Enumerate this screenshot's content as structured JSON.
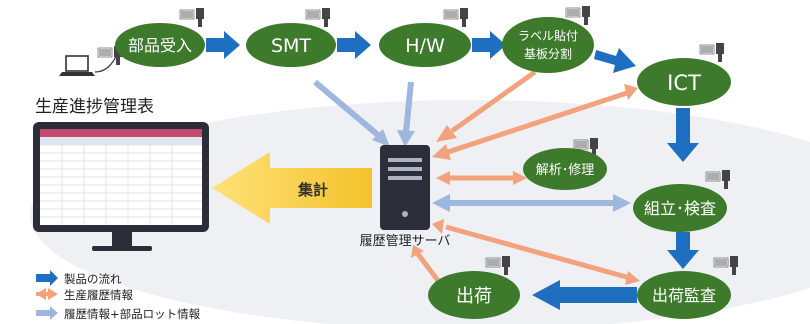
{
  "title": "生産進捗管理表",
  "server_label": "履歴管理サーバ",
  "aggregate_label": "集計",
  "process_nodes": {
    "receiving": "部品受入",
    "smt": "SMT",
    "hw": "H/W",
    "label_line1": "ラベル貼付",
    "label_line2": "基板分割",
    "ict": "ICT",
    "analysis": "解析･修理",
    "assembly": "組立･検査",
    "audit": "出荷監査",
    "shipping": "出荷"
  },
  "legend": [
    {
      "label": "製品の流れ",
      "color": "#1f6fc0"
    },
    {
      "label": "生産履歴情報",
      "color": "#f2a27c"
    },
    {
      "label": "履歴情報+部品ロット情報",
      "color": "#9fb6de"
    }
  ],
  "colors": {
    "node_fill": "#3d7a2c",
    "flow_arrow": "#1f6fc0",
    "history_arrow": "#f2a27c",
    "lot_arrow": "#9fb6de",
    "aggregate_arrow": "#f4c22b",
    "background_oval": "#eef0f3"
  }
}
